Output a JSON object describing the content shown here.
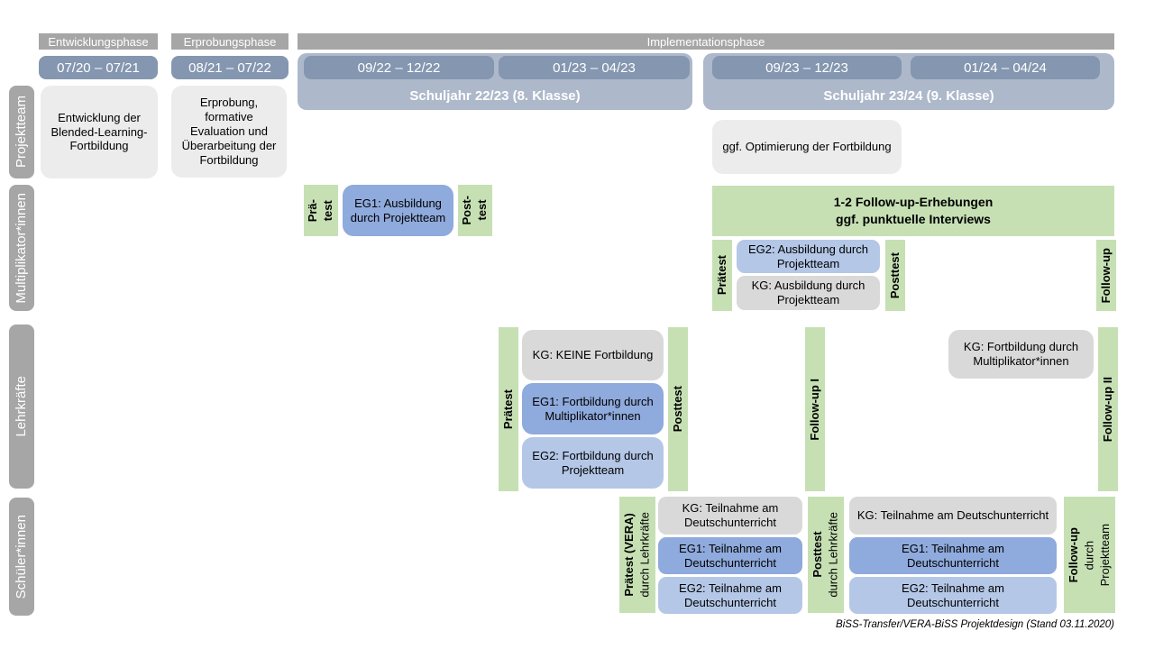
{
  "colors": {
    "phase_bar": "#a6a6a6",
    "date_bar": "#8496b0",
    "school_year_bar": "#adb9ca",
    "row_label_bar": "#a6a6a6",
    "box_light_gray": "#ececec",
    "box_gray": "#d9d9d9",
    "box_blue_medium": "#8faadc",
    "box_blue_light": "#b4c7e7",
    "measure_green": "#c6e0b4"
  },
  "header": {
    "phases": [
      {
        "label": "Entwicklungsphase"
      },
      {
        "label": "Erprobungsphase"
      },
      {
        "label": "Implementationsphase"
      }
    ],
    "date_ranges": [
      "07/20 – 07/21",
      "08/21 – 07/22",
      "09/22 – 12/22",
      "01/23 – 04/23",
      "09/23 – 12/23",
      "01/24 – 04/24"
    ],
    "school_years": [
      "Schuljahr 22/23 (8. Klasse)",
      "Schuljahr 23/24 (9. Klasse)"
    ]
  },
  "row_labels": [
    "Projektteam",
    "Multiplikator*innen",
    "Lehrkräfte",
    "Schüler*innen"
  ],
  "projektteam": {
    "entwicklung": "Entwicklung der Blended-Learning-Fortbildung",
    "erprobung": "Erprobung, formative Evaluation und Überarbeitung der Fortbildung",
    "optimierung": "ggf. Optimierung der Fortbildung"
  },
  "multiplikatoren": {
    "praetest_small": "Prä-\ntest",
    "eg1": "EG1: Ausbildung durch Projektteam",
    "posttest_small": "Post-\ntest",
    "followup_banner": "1-2 Follow-up-Erhebungen\nggf. punktuelle Interviews",
    "praetest": "Prätest",
    "eg2": "EG2: Ausbildung durch Projektteam",
    "kg": "KG: Ausbildung durch Projektteam",
    "posttest": "Posttest",
    "followup": "Follow-up"
  },
  "lehrkraefte": {
    "praetest": "Prätest",
    "kg": "KG: KEINE Fortbildung",
    "eg1": "EG1: Fortbildung durch Multiplikator*innen",
    "eg2": "EG2: Fortbildung durch Projektteam",
    "posttest": "Posttest",
    "followup1": "Follow-up I",
    "kg2": "KG: Fortbildung durch Multiplikator*innen",
    "followup2": "Follow-up II"
  },
  "schueler": {
    "praetest_main": "Prätest (VERA)",
    "praetest_sub": "durch Lehrkräfte",
    "kg1": "KG: Teilnahme am Deutschunterricht",
    "eg1_1": "EG1: Teilnahme am Deutschunterricht",
    "eg2_1": "EG2: Teilnahme am Deutschunterricht",
    "posttest_main": "Posttest",
    "posttest_sub": "durch Lehrkräfte",
    "kg2": "KG: Teilnahme am Deutschunterricht",
    "eg1_2": "EG1: Teilnahme am Deutschunterricht",
    "eg2_2": "EG2: Teilnahme am Deutschunterricht",
    "followup_main": "Follow-up",
    "followup_sub": "durch\nProjektteam"
  },
  "footer": "BiSS-Transfer/VERA-BiSS Projektdesign (Stand 03.11.2020)"
}
